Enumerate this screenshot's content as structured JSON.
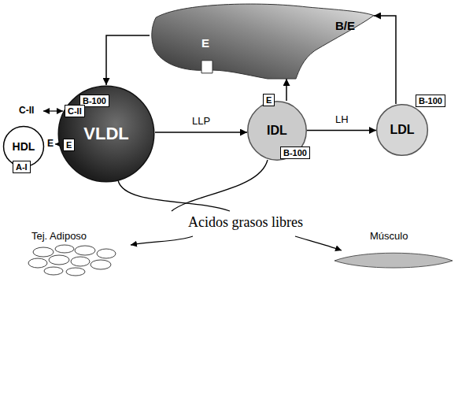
{
  "diagram": {
    "nodes": [
      {
        "text": [
          "E",
          "B/E"
        ]
      },
      {
        "text": [
          "VLDL"
        ]
      },
      {
        "text": [
          "B-100"
        ],
        "in": 1
      },
      {
        "text": [
          "C-II"
        ],
        "in": 1
      },
      {
        "text": [
          "E"
        ],
        "in": 1
      },
      {
        "text": [
          "HDL"
        ]
      },
      {
        "text": [
          "A-I"
        ],
        "in": 5
      },
      {
        "text": [
          "IDL"
        ]
      },
      {
        "text": [
          "E"
        ],
        "in": 7
      },
      {
        "text": [
          "B-100"
        ],
        "in": 7
      },
      {
        "text": [
          "LDL"
        ]
      },
      {
        "text": [
          "B-100"
        ],
        "in": 10
      }
    ],
    "edges": [
      {
        "from": 0,
        "to": 1,
        "arrow": "to"
      },
      {
        "from": 1,
        "to": 7,
        "label": "LLP",
        "arrow": "to"
      },
      {
        "from": 7,
        "to": 0,
        "arrow": "to"
      },
      {
        "from": 7,
        "to": 10,
        "label": "LH",
        "arrow": "to"
      },
      {
        "from": 10,
        "to": 0,
        "arrow": "to"
      }
    ],
    "labels": [
      "C-II",
      "E",
      "Acidos grasos libres",
      "Tej. Adiposo",
      "Músculo"
    ]
  }
}
